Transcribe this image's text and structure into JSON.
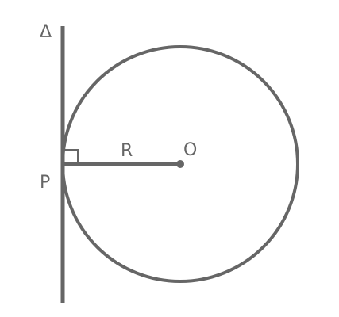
{
  "labels": {
    "line": "Δ",
    "tangent_point": "P",
    "radius": "R",
    "center": "O"
  },
  "colors": {
    "stroke": "#666666",
    "background": "#ffffff"
  }
}
